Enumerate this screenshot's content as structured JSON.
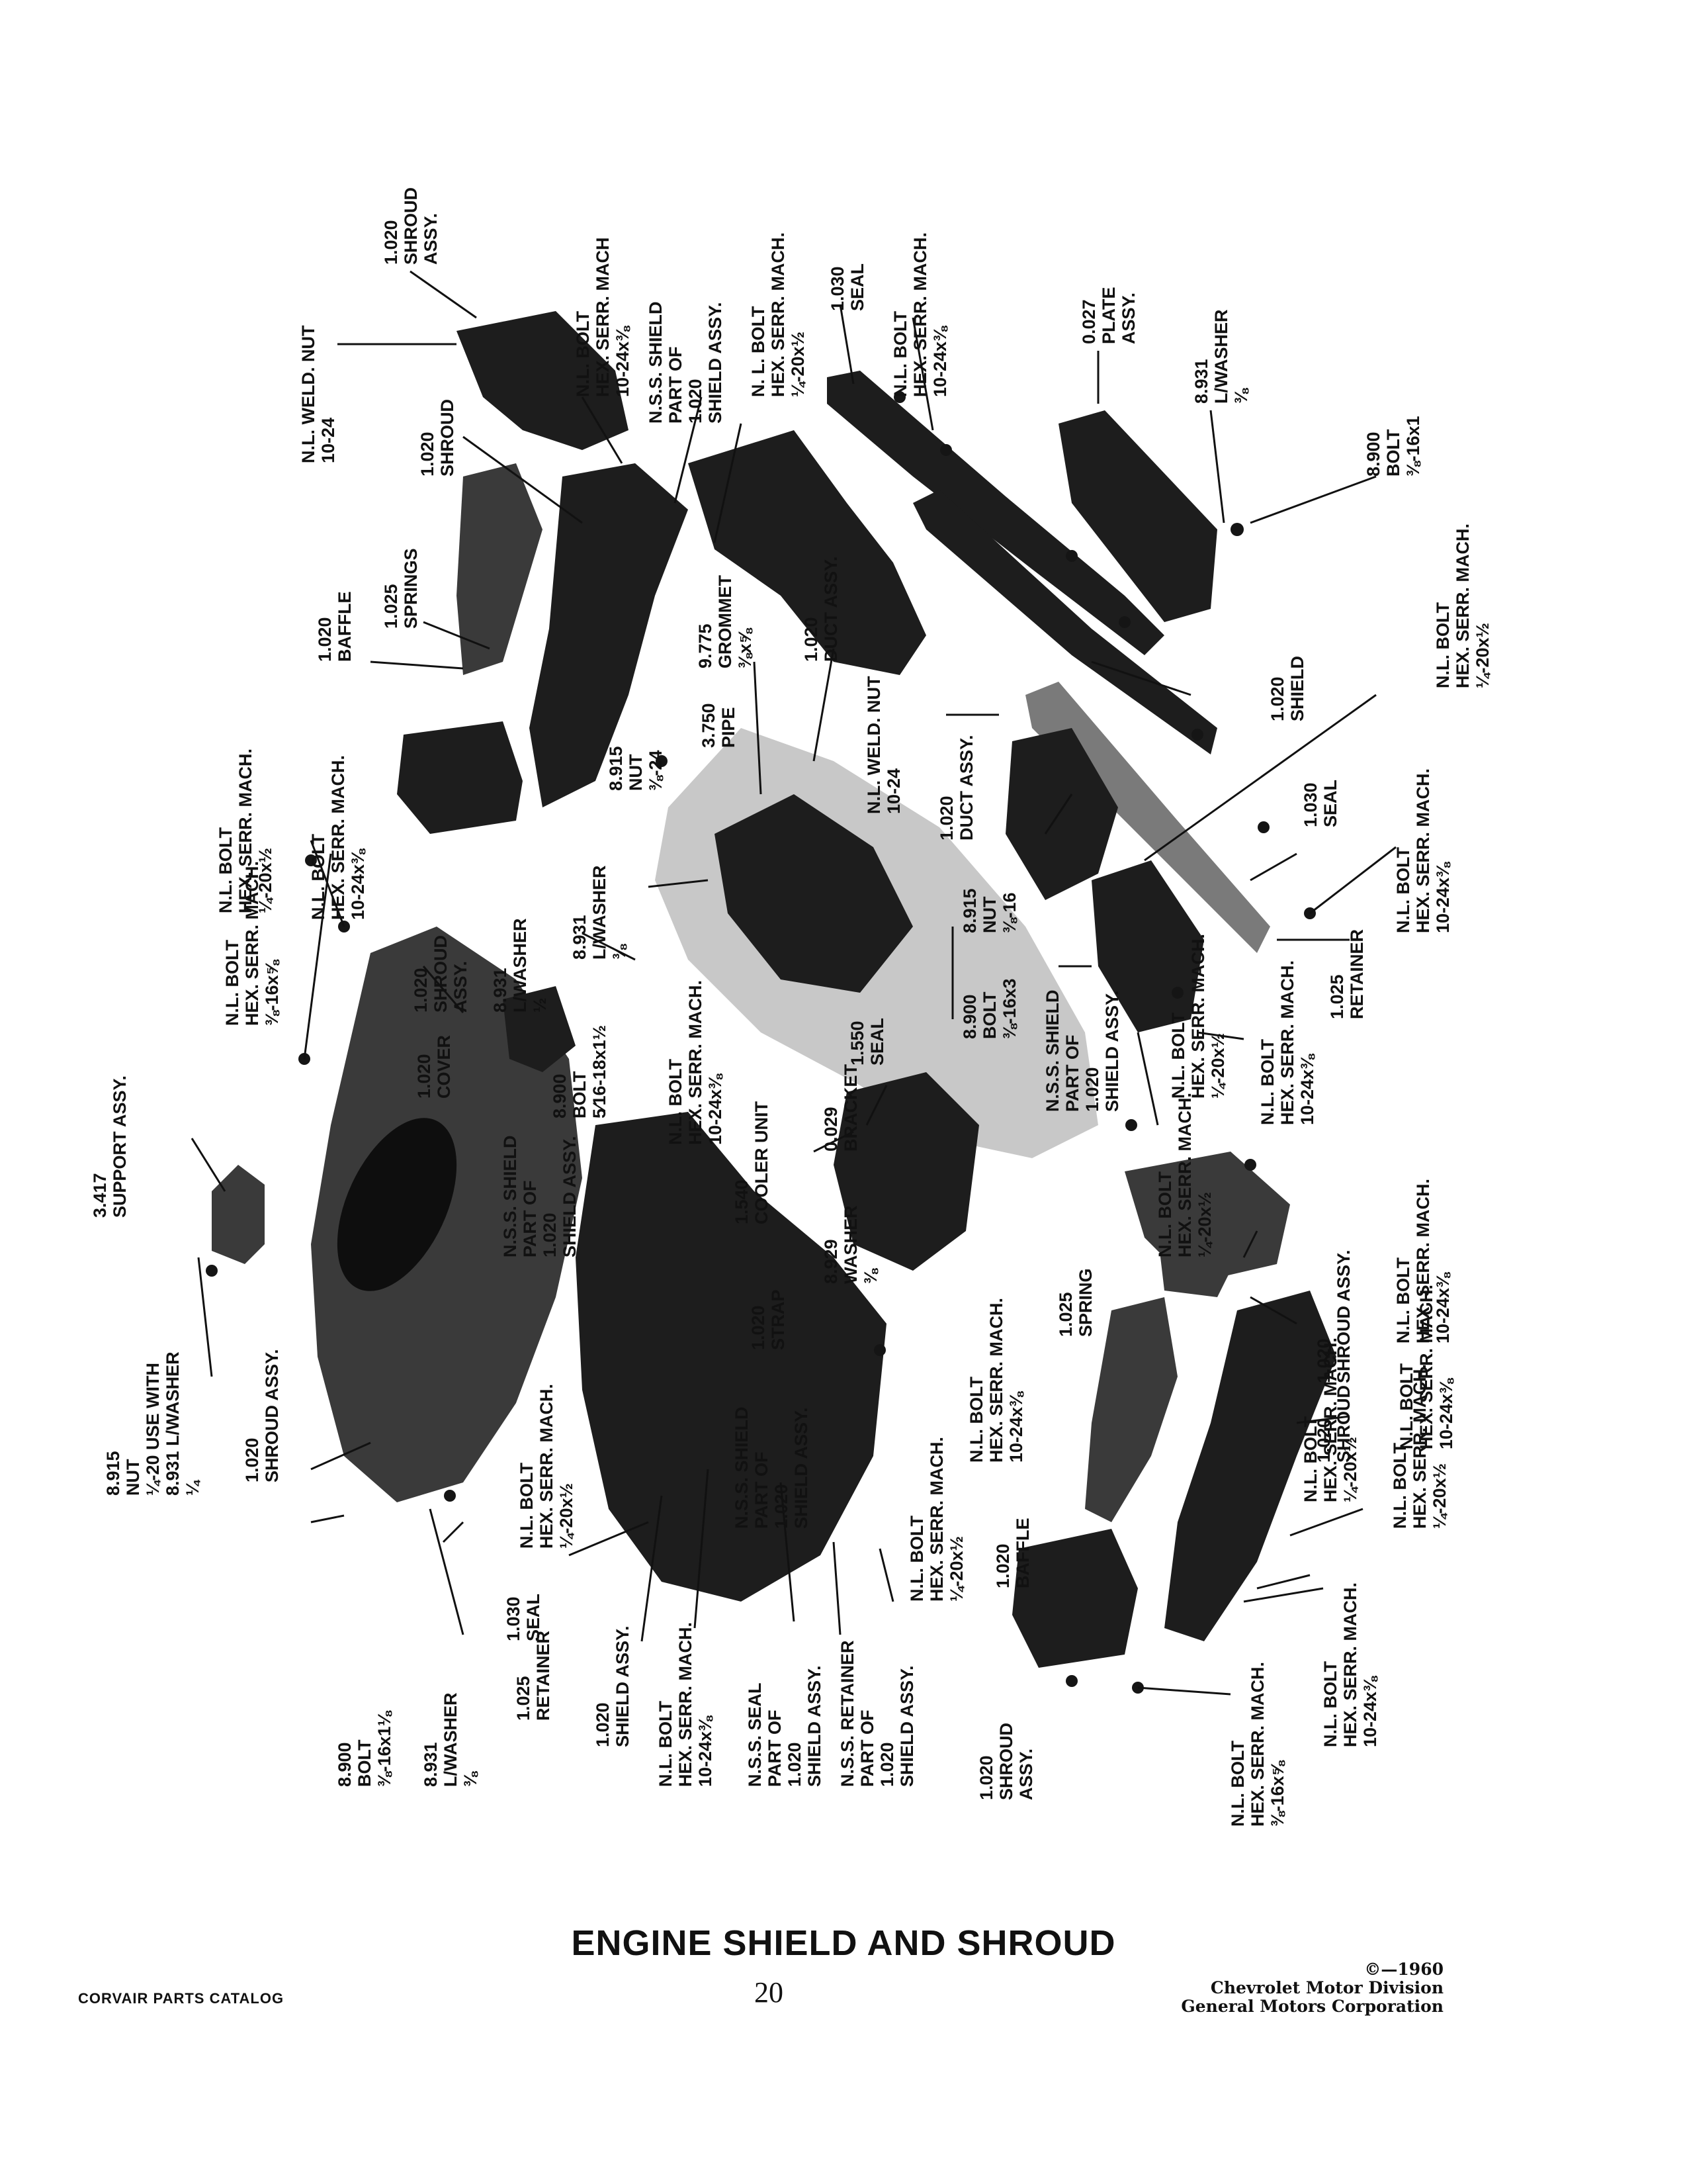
{
  "page": {
    "caption": "ENGINE SHIELD AND SHROUD",
    "catalog_name": "CORVAIR PARTS CATALOG",
    "page_number": "20",
    "copyright": "©—1960",
    "division": "Chevrolet Motor Division",
    "corporation": "General Motors Corporation"
  },
  "labels": [
    {
      "id": "l01",
      "lines": [
        "1.020",
        "SHROUD",
        "ASSY."
      ]
    },
    {
      "id": "l02",
      "lines": [
        "N.L. WELD. NUT",
        "10-24"
      ]
    },
    {
      "id": "l03",
      "lines": [
        "N.L. BOLT",
        "HEX. SERR. MACH",
        "10-24x⅜"
      ]
    },
    {
      "id": "l04",
      "lines": [
        "N.S.S. SHIELD",
        "PART OF",
        "1.020",
        "SHIELD ASSY."
      ]
    },
    {
      "id": "l05",
      "lines": [
        "N. L. BOLT",
        "HEX. SERR. MACH.",
        "¼-20x½"
      ]
    },
    {
      "id": "l06",
      "lines": [
        "1.030",
        "SEAL"
      ]
    },
    {
      "id": "l07",
      "lines": [
        "N.L. BOLT",
        "HEX. SERR. MACH.",
        "10-24x⅜"
      ]
    },
    {
      "id": "l08",
      "lines": [
        "0.027",
        "PLATE",
        "ASSY."
      ]
    },
    {
      "id": "l09",
      "lines": [
        "8.931",
        "L/WASHER",
        "⅜"
      ]
    },
    {
      "id": "l10",
      "lines": [
        "8.900",
        "BOLT",
        "⅜-16x1"
      ]
    },
    {
      "id": "l11",
      "lines": [
        "1.020",
        "SHROUD"
      ]
    },
    {
      "id": "l12",
      "lines": [
        "1.025",
        "SPRINGS"
      ]
    },
    {
      "id": "l13",
      "lines": [
        "1.020",
        "BAFFLE"
      ]
    },
    {
      "id": "l14",
      "lines": [
        "9.775",
        "GROMMET",
        "⅜x⅝"
      ]
    },
    {
      "id": "l15",
      "lines": [
        "1.020",
        "DUCT ASSY."
      ]
    },
    {
      "id": "l16",
      "lines": [
        "1.020",
        "SHIELD"
      ]
    },
    {
      "id": "l17",
      "lines": [
        "N.L. BOLT",
        "HEX. SERR. MACH.",
        "¼-20x½"
      ]
    },
    {
      "id": "l18",
      "lines": [
        "3.750",
        "PIPE"
      ]
    },
    {
      "id": "l19",
      "lines": [
        "8.915",
        "NUT",
        "⅜-24"
      ]
    },
    {
      "id": "l20",
      "lines": [
        "N.L. WELD. NUT",
        "10-24"
      ]
    },
    {
      "id": "l21",
      "lines": [
        "1.020",
        "DUCT ASSY."
      ]
    },
    {
      "id": "l22",
      "lines": [
        "1.030",
        "SEAL"
      ]
    },
    {
      "id": "l23",
      "lines": [
        "N.L. BOLT",
        "HEX. SERR. MACH.",
        "¼-20x½"
      ]
    },
    {
      "id": "l24",
      "lines": [
        "N.L. BOLT",
        "HEX. SERR. MACH.",
        "10-24x⅜"
      ]
    },
    {
      "id": "l25",
      "lines": [
        "8.931",
        "L/WASHER",
        "⅜"
      ]
    },
    {
      "id": "l26",
      "lines": [
        "8.915",
        "NUT",
        "⅜-16"
      ]
    },
    {
      "id": "l27",
      "lines": [
        "1.025",
        "RETAINER"
      ]
    },
    {
      "id": "l28",
      "lines": [
        "N.L. BOLT",
        "HEX. SERR. MACH.",
        "10-24x⅜"
      ]
    },
    {
      "id": "l29",
      "lines": [
        "1.020",
        "SHROUD",
        "ASSY."
      ]
    },
    {
      "id": "l30",
      "lines": [
        "8.931",
        "L/WASHER",
        "½"
      ]
    },
    {
      "id": "l31",
      "lines": [
        "8.900",
        "BOLT",
        "⅜-16x3"
      ]
    },
    {
      "id": "l32",
      "lines": [
        "N.S.S. SHIELD",
        "PART OF",
        "1.020",
        "SHIELD ASSY."
      ]
    },
    {
      "id": "l33",
      "lines": [
        "N.L. BOLT",
        "HEX. SERR. MACH.",
        "¼-20x½"
      ]
    },
    {
      "id": "l34",
      "lines": [
        "N.L. BOLT",
        "HEX. SERR. MACH.",
        "10-24x⅜"
      ]
    },
    {
      "id": "l35",
      "lines": [
        "N.L. BOLT",
        "HEX. SERR. MACH.",
        "⅜-16x⅝"
      ]
    },
    {
      "id": "l36",
      "lines": [
        "1.020",
        "COVER"
      ]
    },
    {
      "id": "l37",
      "lines": [
        "8.900",
        "BOLT",
        "5⁄16-18x1½"
      ]
    },
    {
      "id": "l38",
      "lines": [
        "N.L. BOLT",
        "HEX. SERR. MACH.",
        "10-24x⅜"
      ]
    },
    {
      "id": "l39",
      "lines": [
        "0.029",
        "BRACKET"
      ]
    },
    {
      "id": "l40",
      "lines": [
        "1.550",
        "SEAL"
      ]
    },
    {
      "id": "l41",
      "lines": [
        "3.417",
        "SUPPORT ASSY."
      ]
    },
    {
      "id": "l42",
      "lines": [
        "N.S.S. SHIELD",
        "PART OF",
        "1.020",
        "SHIELD ASSY."
      ]
    },
    {
      "id": "l43",
      "lines": [
        "1.540",
        "COOLER UNIT"
      ]
    },
    {
      "id": "l44",
      "lines": [
        "N.L. BOLT",
        "HEX. SERR. MACH.",
        "¼-20x½"
      ]
    },
    {
      "id": "l45",
      "lines": [
        "N.L. BOLT",
        "HEX. SERR. MACH.",
        "10-24x⅜"
      ]
    },
    {
      "id": "l46",
      "lines": [
        "1.020",
        "SHROUD ASSY."
      ]
    },
    {
      "id": "l47",
      "lines": [
        "8.929",
        "WASHER",
        "⅜"
      ]
    },
    {
      "id": "l48",
      "lines": [
        "1.020",
        "STRAP"
      ]
    },
    {
      "id": "l49",
      "lines": [
        "8.915",
        "NUT",
        "¼-20 USE WITH",
        "8.931 L/WASHER",
        "¼"
      ]
    },
    {
      "id": "l50",
      "lines": [
        "1.020",
        "SHROUD ASSY."
      ]
    },
    {
      "id": "l51",
      "lines": [
        "N.S.S. SHIELD",
        "PART OF",
        "1.020",
        "SHIELD ASSY."
      ]
    },
    {
      "id": "l52",
      "lines": [
        "1.025",
        "SPRING"
      ]
    },
    {
      "id": "l53",
      "lines": [
        "N.L. BOLT",
        "HEX. SERR. MACH.",
        "10-24x⅜"
      ]
    },
    {
      "id": "l54",
      "lines": [
        "1.020",
        "SHROUD"
      ]
    },
    {
      "id": "l55",
      "lines": [
        "N.L. BOLT",
        "HEX. SERR. MACH.",
        "10-24x⅜"
      ]
    },
    {
      "id": "l56",
      "lines": [
        "N.L. BOLT",
        "HEX. SERR. MACH.",
        "¼-20x½"
      ]
    },
    {
      "id": "l57",
      "lines": [
        "N.L. BOLT",
        "HEX. SERR. MACH.",
        "¼-20x½"
      ]
    },
    {
      "id": "l58",
      "lines": [
        "N.L. BOLT",
        "HEX. SERR. MACH.",
        "¼-20x½"
      ]
    },
    {
      "id": "l59",
      "lines": [
        "1.020",
        "BAFFLE"
      ]
    },
    {
      "id": "l60",
      "lines": [
        "N.L. BOLT",
        "HEX. SERR. MACH.",
        "¼-20x½"
      ]
    },
    {
      "id": "l61",
      "lines": [
        "1.030",
        "SEAL"
      ]
    },
    {
      "id": "l62",
      "lines": [
        "8.900",
        "BOLT",
        "⅜-16x1⅛"
      ]
    },
    {
      "id": "l63",
      "lines": [
        "8.931",
        "L/WASHER",
        "⅜"
      ]
    },
    {
      "id": "l64",
      "lines": [
        "1.025",
        "RETAINER"
      ]
    },
    {
      "id": "l65",
      "lines": [
        "1.020",
        "SHIELD ASSY."
      ]
    },
    {
      "id": "l66",
      "lines": [
        "N.L. BOLT",
        "HEX. SERR. MACH.",
        "10-24x⅜"
      ]
    },
    {
      "id": "l67",
      "lines": [
        "N.S.S. SEAL",
        "PART OF",
        "1.020",
        "SHIELD ASSY."
      ]
    },
    {
      "id": "l68",
      "lines": [
        "N.S.S. RETAINER",
        "PART OF",
        "1.020",
        "SHIELD ASSY."
      ]
    },
    {
      "id": "l69",
      "lines": [
        "1.020",
        "SHROUD",
        "ASSY."
      ]
    },
    {
      "id": "l70",
      "lines": [
        "N.L. BOLT",
        "HEX. SERR. MACH.",
        "⅜-16x⅝"
      ]
    },
    {
      "id": "l71",
      "lines": [
        "N.L. BOLT",
        "HEX. SERR. MACH.",
        "10-24x⅜"
      ]
    }
  ]
}
